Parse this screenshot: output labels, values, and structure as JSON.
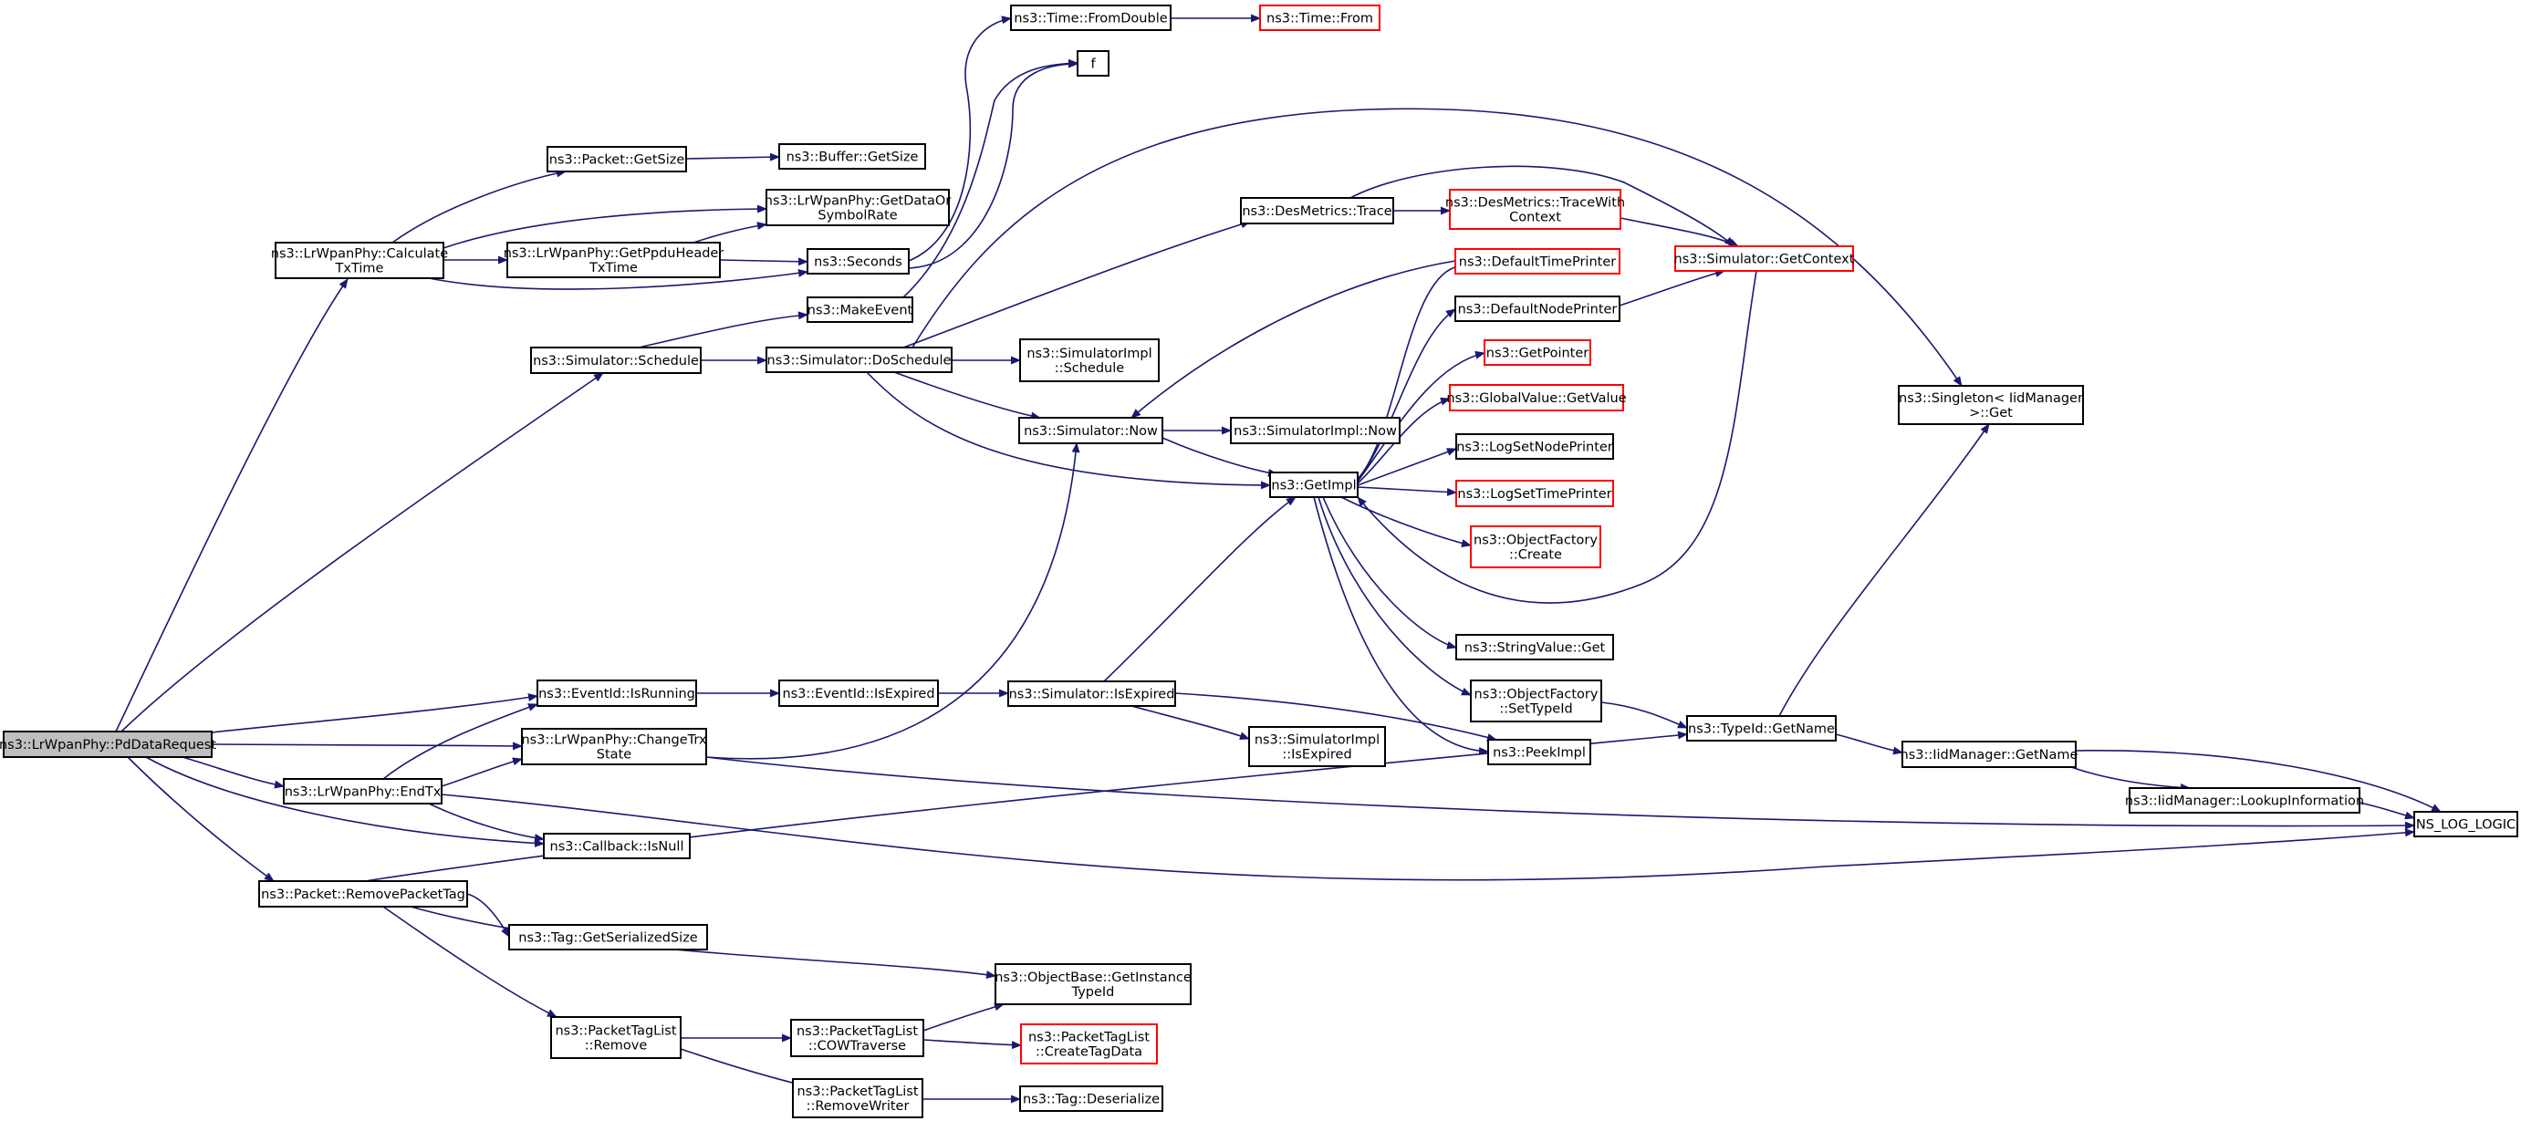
{
  "colors": {
    "edge": "#191970",
    "box_normal": "#000000",
    "box_red": "#ff0000",
    "fill_normal": "#ffffff",
    "fill_root": "#bfbfbf"
  },
  "nodes": [
    {
      "id": "pddata",
      "lines": [
        "ns3::LrWpanPhy::PdDataRequest"
      ],
      "style": "root"
    },
    {
      "id": "calctx",
      "lines": [
        "ns3::LrWpanPhy::Calculate",
        "TxTime"
      ],
      "style": "normal"
    },
    {
      "id": "pktsize",
      "lines": [
        "ns3::Packet::GetSize"
      ],
      "style": "normal"
    },
    {
      "id": "bufsize",
      "lines": [
        "ns3::Buffer::GetSize"
      ],
      "style": "normal"
    },
    {
      "id": "datarate",
      "lines": [
        "ns3::LrWpanPhy::GetDataOr",
        "SymbolRate"
      ],
      "style": "normal"
    },
    {
      "id": "ppdu",
      "lines": [
        "ns3::LrWpanPhy::GetPpduHeader",
        "TxTime"
      ],
      "style": "normal"
    },
    {
      "id": "seconds",
      "lines": [
        "ns3::Seconds"
      ],
      "style": "normal"
    },
    {
      "id": "fromdouble",
      "lines": [
        "ns3::Time::FromDouble"
      ],
      "style": "normal"
    },
    {
      "id": "timefrom",
      "lines": [
        "ns3::Time::From"
      ],
      "style": "red"
    },
    {
      "id": "f",
      "lines": [
        "f"
      ],
      "style": "normal"
    },
    {
      "id": "schedule",
      "lines": [
        "ns3::Simulator::Schedule"
      ],
      "style": "normal"
    },
    {
      "id": "makeevent",
      "lines": [
        "ns3::MakeEvent"
      ],
      "style": "normal"
    },
    {
      "id": "doschedule",
      "lines": [
        "ns3::Simulator::DoSchedule"
      ],
      "style": "normal"
    },
    {
      "id": "implsched",
      "lines": [
        "ns3::SimulatorImpl",
        "::Schedule"
      ],
      "style": "normal"
    },
    {
      "id": "trace",
      "lines": [
        "ns3::DesMetrics::Trace"
      ],
      "style": "normal"
    },
    {
      "id": "tracectx",
      "lines": [
        "ns3::DesMetrics::TraceWith",
        "Context"
      ],
      "style": "red"
    },
    {
      "id": "getcontext",
      "lines": [
        "ns3::Simulator::GetContext"
      ],
      "style": "red"
    },
    {
      "id": "deftime",
      "lines": [
        "ns3::DefaultTimePrinter"
      ],
      "style": "red"
    },
    {
      "id": "defnode",
      "lines": [
        "ns3::DefaultNodePrinter"
      ],
      "style": "normal"
    },
    {
      "id": "getpointer",
      "lines": [
        "ns3::GetPointer"
      ],
      "style": "red"
    },
    {
      "id": "globalval",
      "lines": [
        "ns3::GlobalValue::GetValue"
      ],
      "style": "red"
    },
    {
      "id": "lognode",
      "lines": [
        "ns3::LogSetNodePrinter"
      ],
      "style": "normal"
    },
    {
      "id": "logtime",
      "lines": [
        "ns3::LogSetTimePrinter"
      ],
      "style": "red"
    },
    {
      "id": "objcreate",
      "lines": [
        "ns3::ObjectFactory",
        "::Create"
      ],
      "style": "red"
    },
    {
      "id": "strget",
      "lines": [
        "ns3::StringValue::Get"
      ],
      "style": "normal"
    },
    {
      "id": "settypeid",
      "lines": [
        "ns3::ObjectFactory",
        "::SetTypeId"
      ],
      "style": "normal"
    },
    {
      "id": "peekimpl",
      "lines": [
        "ns3::PeekImpl"
      ],
      "style": "normal"
    },
    {
      "id": "simnow",
      "lines": [
        "ns3::Simulator::Now"
      ],
      "style": "normal"
    },
    {
      "id": "implnow",
      "lines": [
        "ns3::SimulatorImpl::Now"
      ],
      "style": "normal"
    },
    {
      "id": "getimpl",
      "lines": [
        "ns3::GetImpl"
      ],
      "style": "normal"
    },
    {
      "id": "singleton",
      "lines": [
        "ns3::Singleton< IidManager",
        ">::Get"
      ],
      "style": "normal"
    },
    {
      "id": "isrunning",
      "lines": [
        "ns3::EventId::IsRunning"
      ],
      "style": "normal"
    },
    {
      "id": "isexpired",
      "lines": [
        "ns3::EventId::IsExpired"
      ],
      "style": "normal"
    },
    {
      "id": "simexpired",
      "lines": [
        "ns3::Simulator::IsExpired"
      ],
      "style": "normal"
    },
    {
      "id": "implexpired",
      "lines": [
        "ns3::SimulatorImpl",
        "::IsExpired"
      ],
      "style": "normal"
    },
    {
      "id": "changetrx",
      "lines": [
        "ns3::LrWpanPhy::ChangeTrx",
        "State"
      ],
      "style": "normal"
    },
    {
      "id": "endtx",
      "lines": [
        "ns3::LrWpanPhy::EndTx"
      ],
      "style": "normal"
    },
    {
      "id": "isnull",
      "lines": [
        "ns3::Callback::IsNull"
      ],
      "style": "normal"
    },
    {
      "id": "getname",
      "lines": [
        "ns3::TypeId::GetName"
      ],
      "style": "normal"
    },
    {
      "id": "iidgetname",
      "lines": [
        "ns3::IidManager::GetName"
      ],
      "style": "normal"
    },
    {
      "id": "lookup",
      "lines": [
        "ns3::IidManager::LookupInformation"
      ],
      "style": "normal"
    },
    {
      "id": "nslog",
      "lines": [
        "NS_LOG_LOGIC"
      ],
      "style": "normal"
    },
    {
      "id": "removetag",
      "lines": [
        "ns3::Packet::RemovePacketTag"
      ],
      "style": "normal"
    },
    {
      "id": "tagsize",
      "lines": [
        "ns3::Tag::GetSerializedSize"
      ],
      "style": "normal"
    },
    {
      "id": "objbase",
      "lines": [
        "ns3::ObjectBase::GetInstance",
        "TypeId"
      ],
      "style": "normal"
    },
    {
      "id": "ptlremove",
      "lines": [
        "ns3::PacketTagList",
        "::Remove"
      ],
      "style": "normal"
    },
    {
      "id": "cowtraverse",
      "lines": [
        "ns3::PacketTagList",
        "::COWTraverse"
      ],
      "style": "normal"
    },
    {
      "id": "createtag",
      "lines": [
        "ns3::PacketTagList",
        "::CreateTagData"
      ],
      "style": "red"
    },
    {
      "id": "removewriter",
      "lines": [
        "ns3::PacketTagList",
        "::RemoveWriter"
      ],
      "style": "normal"
    },
    {
      "id": "tagdeser",
      "lines": [
        "ns3::Tag::Deserialize"
      ],
      "style": "normal"
    }
  ]
}
